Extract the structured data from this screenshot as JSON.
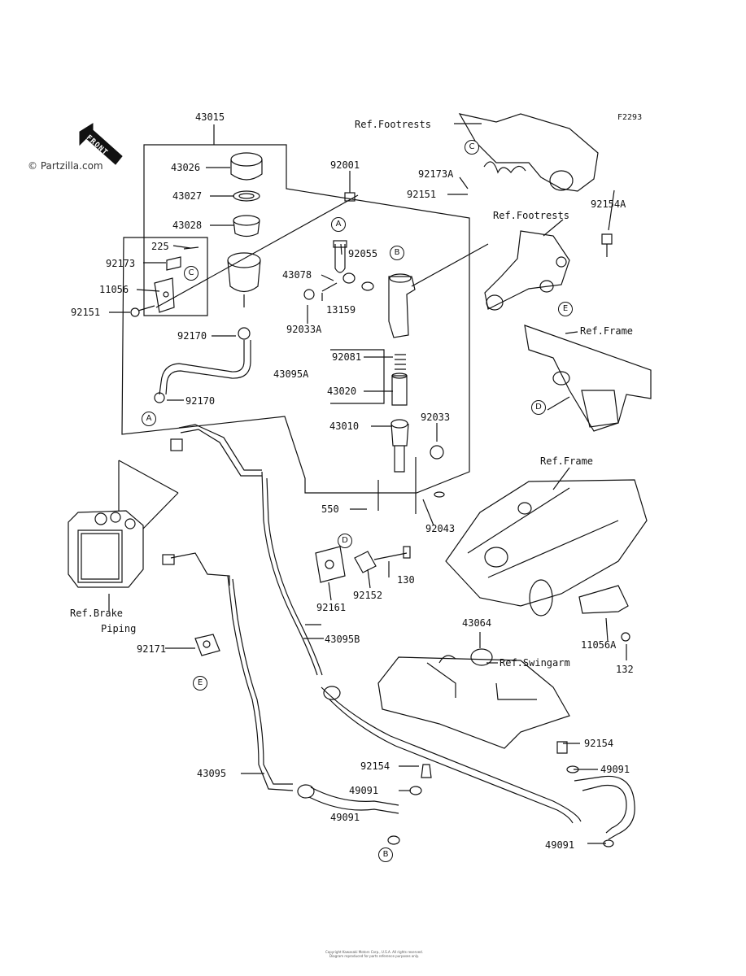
{
  "brand": {
    "watermark": "© Partzilla.com"
  },
  "figure_id": "F2293",
  "front_indicator": "FRONT",
  "parts": {
    "p43015": "43015",
    "p43026": "43026",
    "p43027": "43027",
    "p43028": "43028",
    "p225": "225",
    "p92173": "92173",
    "p11056": "11056",
    "p92151": "92151",
    "p92001": "92001",
    "p92055": "92055",
    "p43078": "43078",
    "p13159": "13159",
    "p92033A": "92033A",
    "p92170a": "92170",
    "p92170b": "92170",
    "p43095A": "43095A",
    "p92081": "92081",
    "p43020": "43020",
    "p43010": "43010",
    "p92033": "92033",
    "p550": "550",
    "p92043": "92043",
    "p130": "130",
    "p92152": "92152",
    "p92161": "92161",
    "p92173A": "92173A",
    "p92151b": "92151",
    "p92154A": "92154A",
    "p43064": "43064",
    "p11056A": "11056A",
    "p132": "132",
    "p43095B": "43095B",
    "p92171": "92171",
    "p43095": "43095",
    "p92154a": "92154",
    "p92154b": "92154",
    "p49091a": "49091",
    "p49091b": "49091",
    "p49091c": "49091",
    "p49091d": "49091"
  },
  "refs": {
    "footrests1": "Ref.Footrests",
    "footrests2": "Ref.Footrests",
    "frame1": "Ref.Frame",
    "frame2": "Ref.Frame",
    "swingarm": "Ref.Swingarm",
    "brake_line1": "Ref.Brake",
    "brake_line2": "Piping"
  },
  "callouts": {
    "A1": "A",
    "A2": "A",
    "B1": "B",
    "B2": "B",
    "C1": "C",
    "C2": "C",
    "D1": "D",
    "D2": "D",
    "E1": "E",
    "E2": "E"
  },
  "footer": {
    "line1": "Copyright Kawasaki Motors Corp., U.S.A. All rights reserved.",
    "line2": "Diagram reproduced for parts reference purposes only."
  }
}
